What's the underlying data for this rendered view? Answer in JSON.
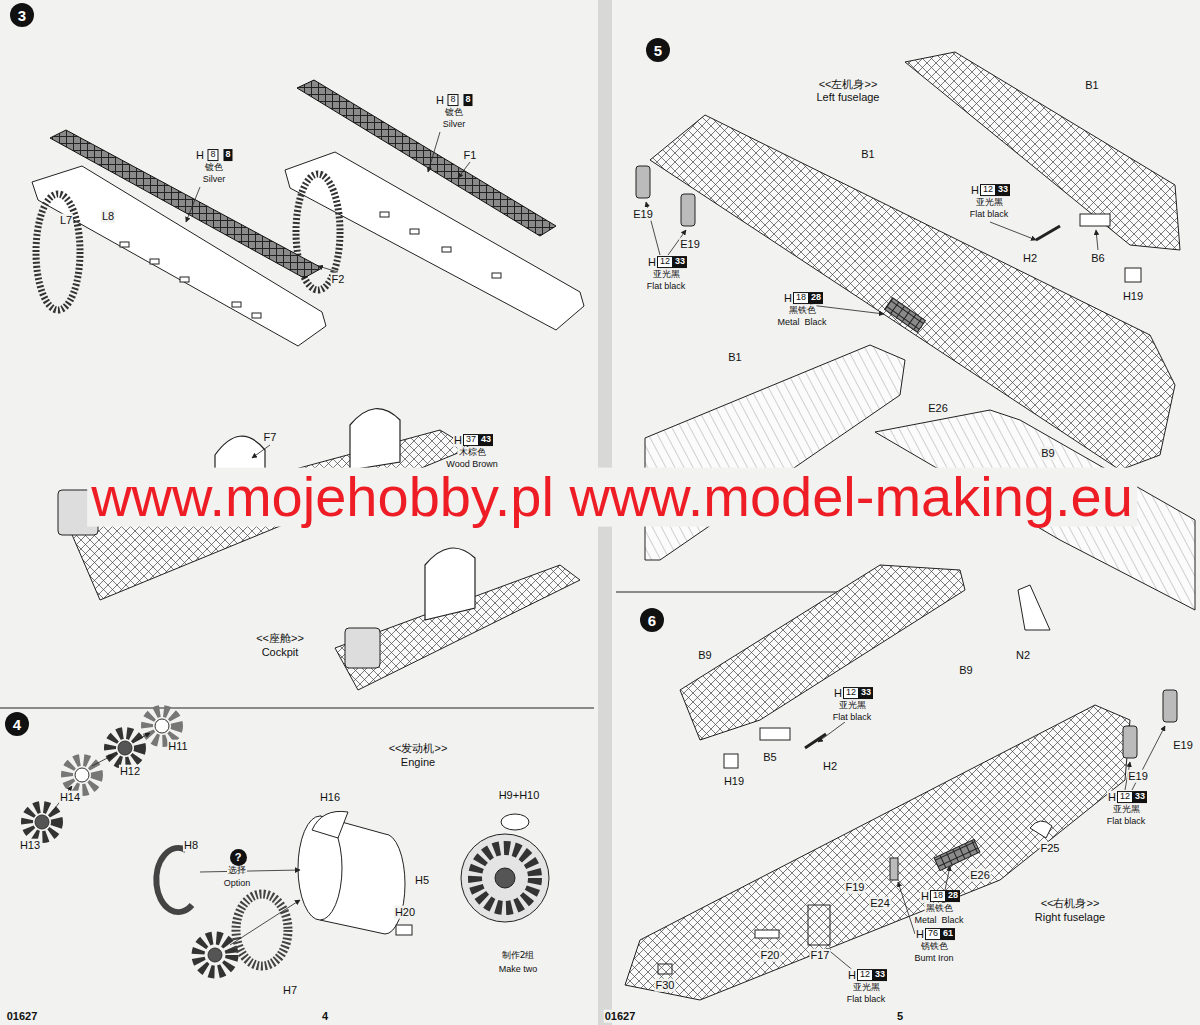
{
  "diagram": {
    "nodes": [
      {
        "text": [
          "3"
        ]
      },
      {
        "text": [
          "4"
        ]
      },
      {
        "text": [
          "?"
        ]
      },
      {
        "text": [
          "5"
        ]
      },
      {
        "text": [
          "6"
        ]
      }
    ],
    "labels": [
      "H",
      "8",
      "8",
      "镀色",
      "Silver",
      "F1",
      "H",
      "8",
      "8",
      "镀色",
      "Silver",
      "L7",
      "L8",
      "F2",
      "F7",
      "H",
      "37",
      "43",
      "木棕色",
      "Wood Brown",
      "<<座舱>>",
      "Cockpit",
      "H11",
      "H12",
      "H14",
      "H13",
      "<<发动机>>",
      "Engine",
      "H16",
      "H9+H10",
      "H8",
      "选择",
      "Option",
      "H5",
      "H20",
      "H7",
      "制作2组",
      "Make two",
      "01627",
      "4",
      "<<左机身>>",
      "Left fuselage",
      "B1",
      "B1",
      "H",
      "12",
      "33",
      "亚光黑",
      "Flat black",
      "E19",
      "E19",
      "H",
      "12",
      "33",
      "亚光黑",
      "Flat black",
      "H2",
      "B6",
      "H19",
      "H",
      "18",
      "28",
      "黑铁色",
      "Metal  Black",
      "B1",
      "E26",
      "B9",
      "www.mojehobby.pl www.model-making.eu",
      "N2",
      "B9",
      "B9",
      "H",
      "12",
      "33",
      "亚光黑",
      "Flat black",
      "B5",
      "H2",
      "H19",
      "E19",
      "E19",
      "H",
      "12",
      "33",
      "亚光黑",
      "Flat black",
      "F25",
      "E26",
      "H",
      "18",
      "28",
      "黑铁色",
      "Metal  Black",
      "F19",
      "E24",
      "H",
      "76",
      "61",
      "锈铁色",
      "Bumt Iron",
      "<<右机身>>",
      "Right fuselage",
      "F20",
      "F17",
      "F30",
      "H",
      "12",
      "33",
      "亚光黑",
      "Flat black",
      "01627",
      "5"
    ]
  }
}
